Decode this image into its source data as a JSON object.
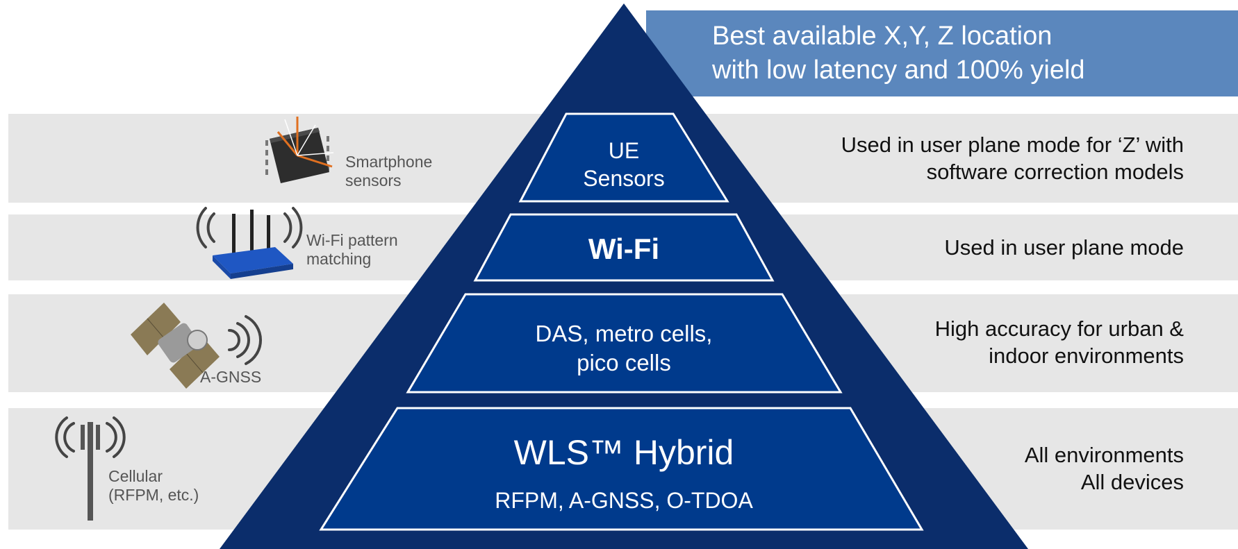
{
  "header": {
    "line1": "Best available X,Y, Z location",
    "line2": "with low latency and 100% yield"
  },
  "pyramid": {
    "tiers": [
      {
        "line1": "UE",
        "line2": "Sensors"
      },
      {
        "label": "Wi-Fi"
      },
      {
        "line1": "DAS, metro cells,",
        "line2": "pico cells"
      },
      {
        "title": "WLS™ Hybrid",
        "subtitle": "RFPM, A-GNSS, O-TDOA"
      }
    ]
  },
  "rows": [
    {
      "description": [
        "Used in user plane mode for ‘Z’ with",
        "software correction models"
      ],
      "icon": "sensor-chip-icon",
      "icon_label": [
        "Smartphone",
        "sensors"
      ]
    },
    {
      "description": [
        "Used in user plane mode"
      ],
      "icon": "wifi-router-icon",
      "icon_label": [
        "Wi-Fi pattern",
        "matching"
      ]
    },
    {
      "description": [
        "High accuracy for urban &",
        "indoor environments"
      ],
      "icon": "satellite-icon",
      "icon_label": [
        "A-GNSS"
      ]
    },
    {
      "description": [
        "All environments",
        "All devices"
      ],
      "icon": "cell-tower-icon",
      "icon_label": [
        "Cellular",
        "(RFPM, etc.)"
      ]
    }
  ],
  "colors": {
    "pyramid_dark": "#0b2d6b",
    "tier_blue": "#003a8c",
    "header_blue": "#5b87bd",
    "band_gray": "#e6e6e6"
  }
}
